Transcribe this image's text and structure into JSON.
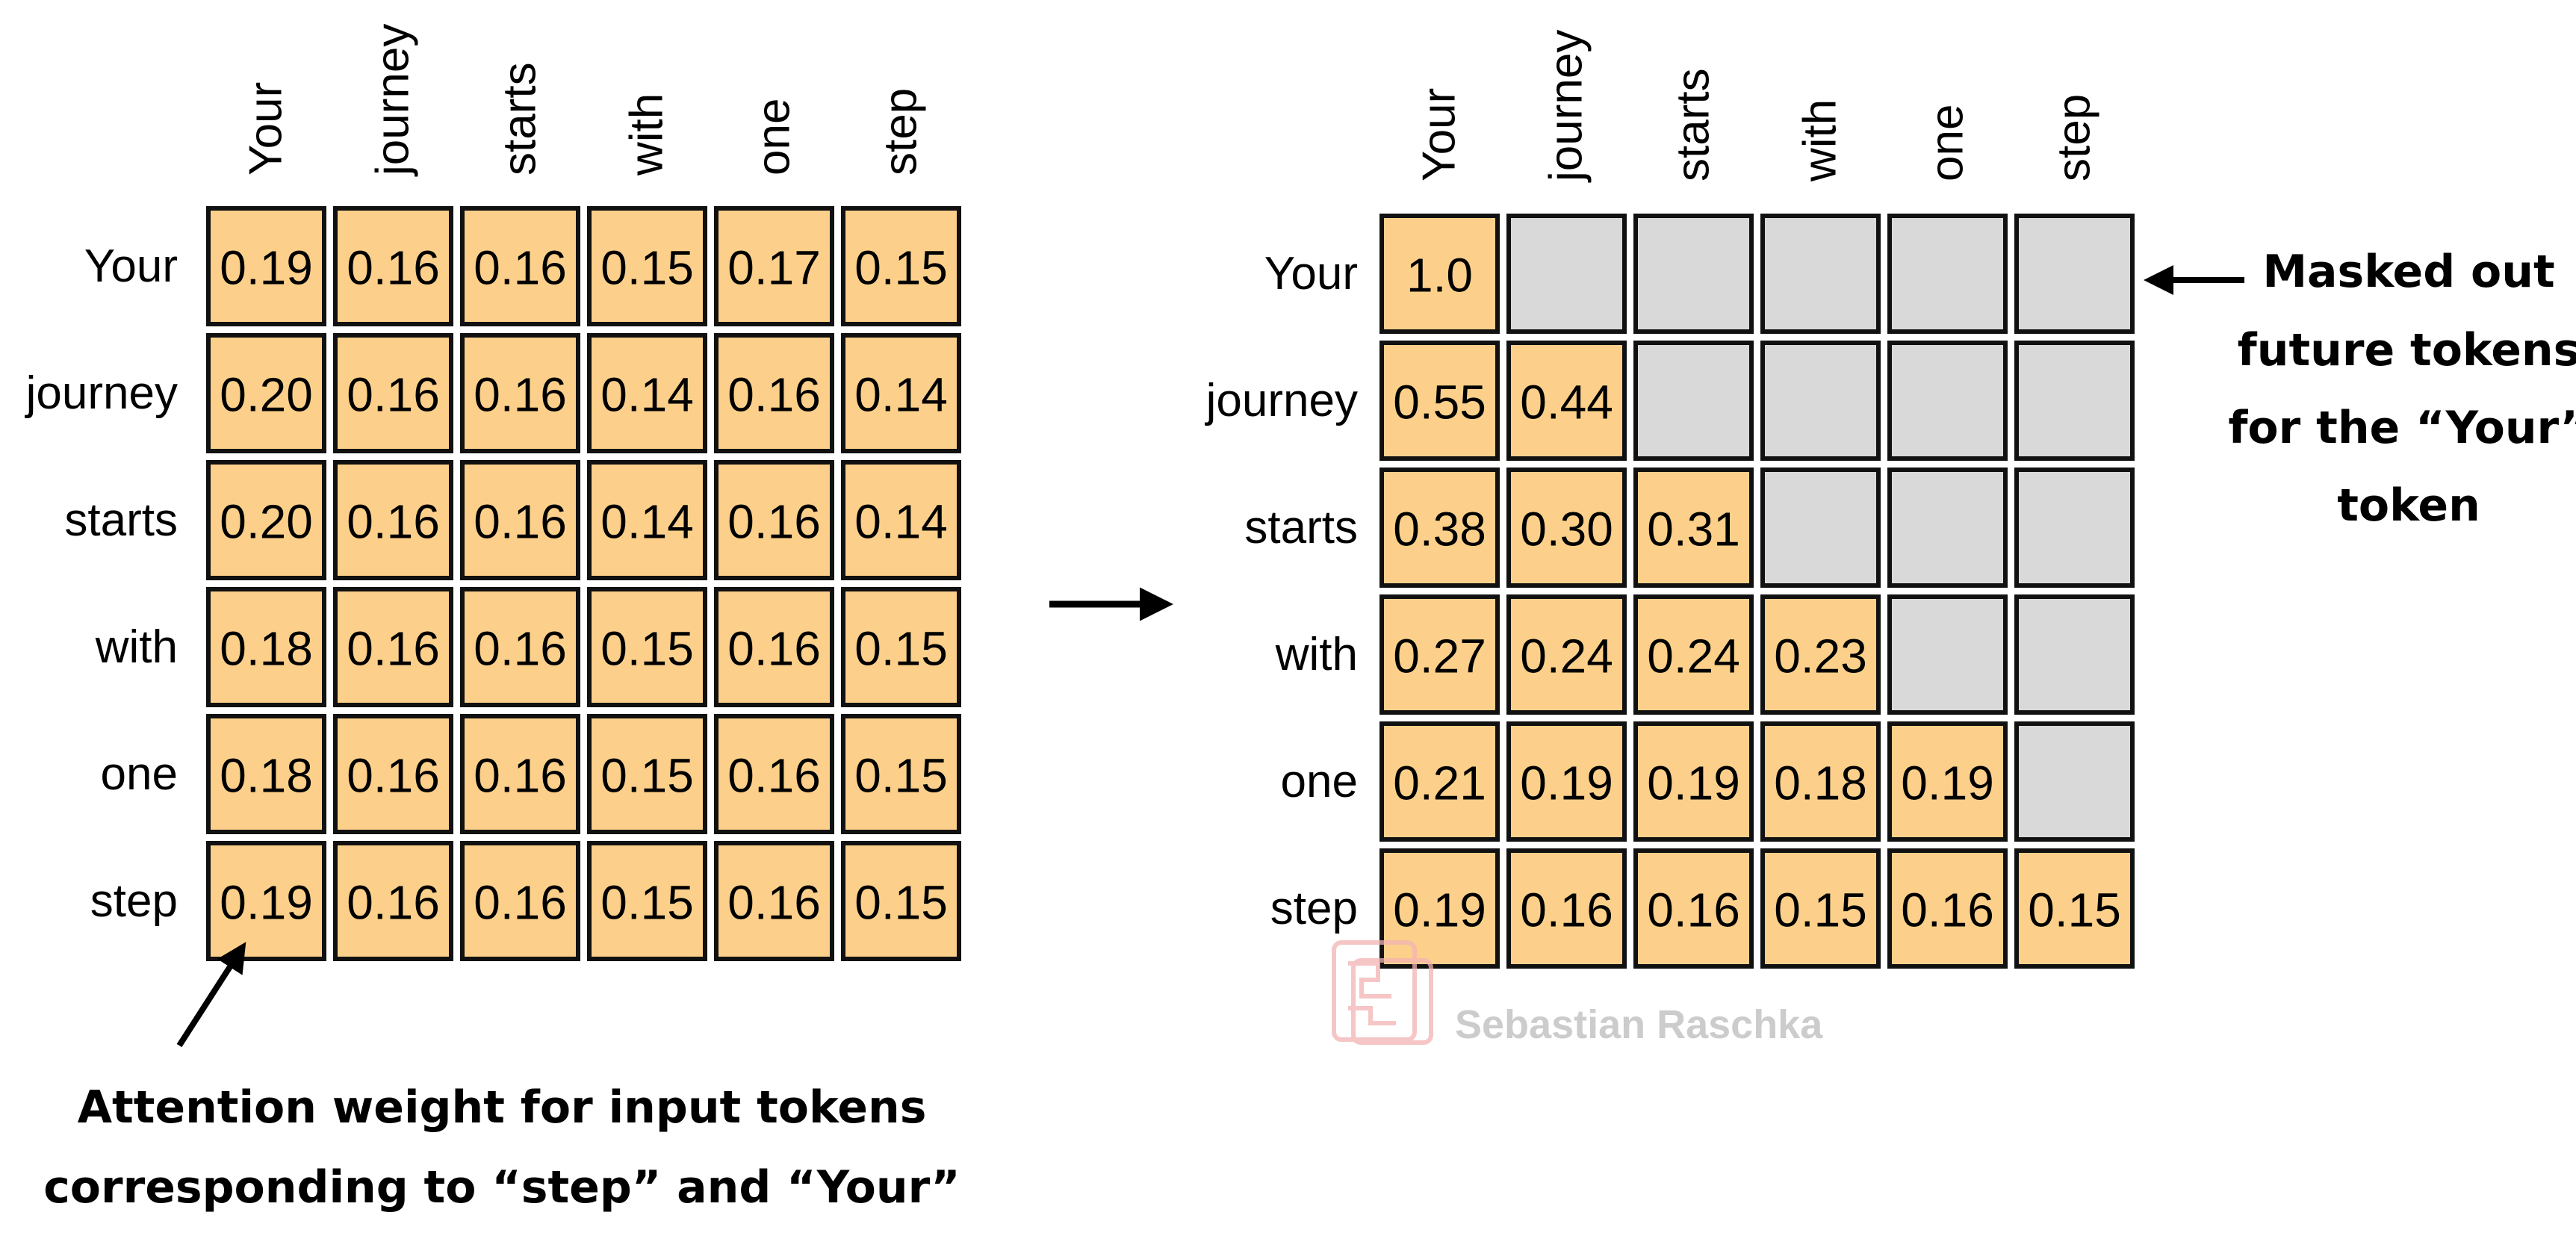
{
  "tokens": [
    "Your",
    "journey",
    "starts",
    "with",
    "one",
    "step"
  ],
  "colors": {
    "weight_cell": "#fcd08a",
    "masked_cell": "#d9d9d9",
    "border": "#111111",
    "watermark": "#f3b3b3"
  },
  "left_matrix": [
    [
      "0.19",
      "0.16",
      "0.16",
      "0.15",
      "0.17",
      "0.15"
    ],
    [
      "0.20",
      "0.16",
      "0.16",
      "0.14",
      "0.16",
      "0.14"
    ],
    [
      "0.20",
      "0.16",
      "0.16",
      "0.14",
      "0.16",
      "0.14"
    ],
    [
      "0.18",
      "0.16",
      "0.16",
      "0.15",
      "0.16",
      "0.15"
    ],
    [
      "0.18",
      "0.16",
      "0.16",
      "0.15",
      "0.16",
      "0.15"
    ],
    [
      "0.19",
      "0.16",
      "0.16",
      "0.15",
      "0.16",
      "0.15"
    ]
  ],
  "right_matrix": [
    [
      "1.0",
      null,
      null,
      null,
      null,
      null
    ],
    [
      "0.55",
      "0.44",
      null,
      null,
      null,
      null
    ],
    [
      "0.38",
      "0.30",
      "0.31",
      null,
      null,
      null
    ],
    [
      "0.27",
      "0.24",
      "0.24",
      "0.23",
      null,
      null
    ],
    [
      "0.21",
      "0.19",
      "0.19",
      "0.18",
      "0.19",
      null
    ],
    [
      "0.19",
      "0.16",
      "0.16",
      "0.15",
      "0.16",
      "0.15"
    ]
  ],
  "annotations": {
    "bottom_lines": [
      "Attention weight for input tokens",
      "corresponding to “step” and “Your”"
    ],
    "right_lines": [
      "Masked out",
      "future tokens",
      "for the “Your”",
      "token"
    ]
  },
  "watermark": {
    "text": "Sebastian Raschka",
    "logo": "seal-logo-icon"
  }
}
